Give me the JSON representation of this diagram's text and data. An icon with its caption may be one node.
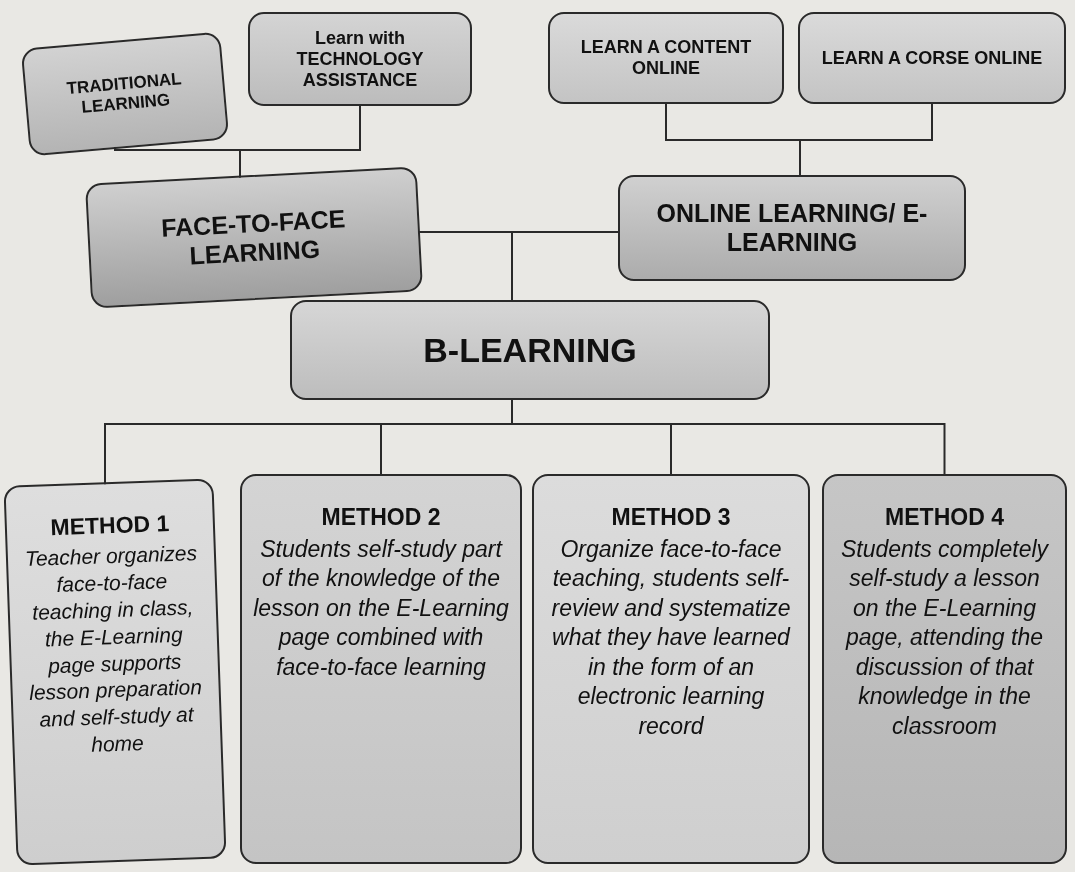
{
  "diagram": {
    "nodes": [
      {
        "text": [
          "TRADITIONAL LEARNING"
        ]
      },
      {
        "text": [
          "Learn with TECHNOLOGY ASSISTANCE"
        ]
      },
      {
        "text": [
          "LEARN A CONTENT ONLINE"
        ]
      },
      {
        "text": [
          "LEARN A CORSE ONLINE"
        ]
      },
      {
        "text": [
          "FACE-TO-FACE LEARNING"
        ]
      },
      {
        "text": [
          "ONLINE LEARNING/ E-LEARNING"
        ]
      },
      {
        "text": [
          "B-LEARNING"
        ]
      },
      {
        "text": [
          "METHOD 1",
          "Teacher organizes face-to-face teaching in class, the E-Learning page supports lesson preparation and self-study at home"
        ]
      },
      {
        "text": [
          "METHOD 2",
          "Students self-study part of the knowledge of the lesson on the E-Learning page combined with face-to-face learning"
        ]
      },
      {
        "text": [
          "METHOD 3",
          "Organize face-to-face teaching, students self-review and systematize what they have learned in the form of an electronic learning record"
        ]
      },
      {
        "text": [
          "METHOD 4",
          "Students completely self-study a lesson on the E-Learning page, attending the discussion of that knowledge in the classroom"
        ]
      }
    ],
    "edges": [
      {
        "from": 0,
        "to": 4,
        "arrow": "none"
      },
      {
        "from": 1,
        "to": 4,
        "arrow": "none"
      },
      {
        "from": 2,
        "to": 5,
        "arrow": "none"
      },
      {
        "from": 3,
        "to": 5,
        "arrow": "none"
      },
      {
        "from": 4,
        "to": 6,
        "arrow": "none"
      },
      {
        "from": 5,
        "to": 6,
        "arrow": "none"
      },
      {
        "from": 6,
        "to": 7,
        "arrow": "none"
      },
      {
        "from": 6,
        "to": 8,
        "arrow": "none"
      },
      {
        "from": 6,
        "to": 9,
        "arrow": "none"
      },
      {
        "from": 6,
        "to": 10,
        "arrow": "none"
      }
    ]
  }
}
